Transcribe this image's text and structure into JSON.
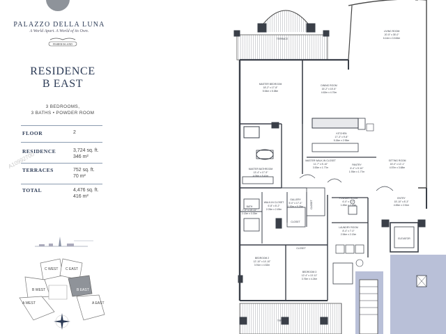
{
  "brand": {
    "title": "PALAZZO DELLA LUNA",
    "tagline": "A World Apart. A World of its Own.",
    "badge": "FISHER ISLAND"
  },
  "residence": {
    "title_line1": "RESIDENCE",
    "title_line2": "B EAST",
    "bedrooms": "3 BEDROOMS,",
    "baths": "3 BATHS • POWDER ROOM"
  },
  "specs": [
    {
      "label": "FLOOR",
      "value1": "2",
      "value2": ""
    },
    {
      "label": "RESIDENCE",
      "value1": "3,724 sq. ft.",
      "value2": "346 m²"
    },
    {
      "label": "TERRACES",
      "value1": "752 sq. ft.",
      "value2": "70 m²"
    },
    {
      "label": "TOTAL",
      "value1": "4,476 sq. ft.",
      "value2": "416 m²"
    }
  ],
  "watermark": "A10992700",
  "key_plan": {
    "units": [
      "C WEST",
      "C EAST",
      "B WEST",
      "B EAST",
      "A WEST",
      "A EAST"
    ],
    "highlight": "B EAST",
    "highlight_color": "#8f9399"
  },
  "rooms": [
    {
      "name": "TERRACE"
    },
    {
      "name": "LIVING ROOM",
      "dims": "20'-5\" x 35'-0\"",
      "dims_m": "6.14m x 10.66m"
    },
    {
      "name": "MASTER BEDROOM",
      "dims": "18'-2\" x 17'-8\"",
      "dims_m": "5.54m x 5.38m"
    },
    {
      "name": "DINING ROOM",
      "dims": "15'-2\" x 15'-5\"",
      "dims_m": "4.62m x 4.70m"
    },
    {
      "name": "KITCHEN",
      "dims": "17'-3\" x 9'-8\"",
      "dims_m": "5.26m x 2.95m"
    },
    {
      "name": "MASTER WALK-IN CLOSET",
      "dims": "11'-7\" x 5'-10\"",
      "dims_m": "3.53m x 1.77m"
    },
    {
      "name": "PANTRY",
      "dims": "6'-4\" x 5'-10\"",
      "dims_m": "1.93m x 1.77m"
    },
    {
      "name": "SITTING ROOM",
      "dims": "15'-0\" x 12'-1\"",
      "dims_m": "4.57m x 3.68m"
    },
    {
      "name": "MASTER BATHROOM",
      "dims": "13'-4\" x 17'-9\"",
      "dims_m": "4.06m x 5.41m"
    },
    {
      "name": "POWDER ROOM",
      "dims": "6'-0\" x 7'-2\"",
      "dims_m": "1.83m x 2.18m"
    },
    {
      "name": "ENTRY",
      "dims": "15'-10\" x 8'-3\"",
      "dims_m": "4.83m x 2.51m"
    },
    {
      "name": "GALLERY",
      "dims": "5'-0\" x 17'-4\"",
      "dims_m": "1.52m x 5.28m"
    },
    {
      "name": "BATH",
      "dims": "7'-0\" x 10'-11\"",
      "dims_m": "2.13m x 3.33m"
    },
    {
      "name": "WALK-IN CLOSET",
      "dims": "6'-8\" x 8'-2\"",
      "dims_m": "2.03m x 2.49m"
    },
    {
      "name": "CLOSET"
    },
    {
      "name": "CLOSET"
    },
    {
      "name": "CLOSET"
    },
    {
      "name": "LAUNDRY ROOM",
      "dims": "8'-4\" x 7'-0\"",
      "dims_m": "2.54m x 2.13m"
    },
    {
      "name": "ELEVATOR"
    },
    {
      "name": "BEDROOM 2",
      "dims": "12'-10\" x 14'-10\"",
      "dims_m": "3.91m x 4.52m"
    },
    {
      "name": "BEDROOM 3",
      "dims": "12'-4\" x 13'-11\"",
      "dims_m": "3.76m x 4.24m"
    },
    {
      "name": "TERRACE"
    }
  ],
  "colors": {
    "navy": "#2b3a55",
    "wall": "#3a3f48",
    "accent": "#b9c0d8"
  }
}
